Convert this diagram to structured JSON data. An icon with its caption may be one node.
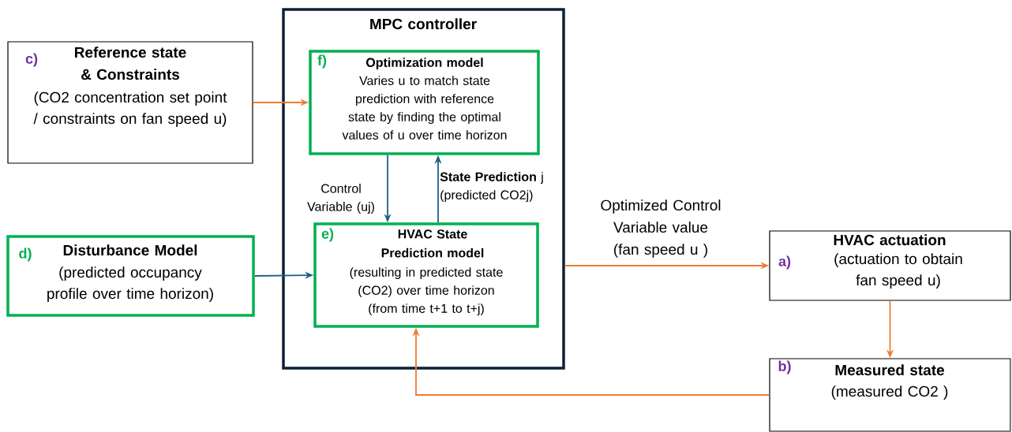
{
  "diagram": {
    "nodes": [
      {
        "text": [
          "MPC controller"
        ]
      },
      {
        "text": [
          "f)",
          "Optimization model",
          "Varies u to match state prediction  with reference state by finding the optimal values of u over time horizon"
        ],
        "in": 0
      },
      {
        "text": [
          "e)",
          "HVAC State Prediction model",
          "(resulting in predicted state (CO2) over time horizon (from time t+1 to t+j)"
        ],
        "in": 0
      },
      {
        "text": [
          "c)",
          "Reference state & Constraints",
          "(CO2 concentration set point / constraints on fan speed u)"
        ]
      },
      {
        "text": [
          "d)",
          "Disturbance  Model",
          "(predicted occupancy profile over time horizon)"
        ]
      },
      {
        "text": [
          "HVAC actuation",
          "a)",
          "(actuation to obtain fan speed u)"
        ]
      },
      {
        "text": [
          "b)",
          "Measured state",
          "(measured CO2 )"
        ]
      }
    ],
    "edges": [
      {
        "from": 3,
        "to": 1,
        "arrow": "to"
      },
      {
        "from": 1,
        "to": 2,
        "arrow": "to",
        "label": "Control Variable  (uj)",
        "color": "#1f5f87"
      },
      {
        "from": 2,
        "to": 1,
        "arrow": "to",
        "label": "**State Prediction** j (predicted CO2j)",
        "color": "#1f5f87"
      },
      {
        "from": 4,
        "to": 2,
        "arrow": "to",
        "color": "#1f5f87"
      },
      {
        "from": 0,
        "to": 5,
        "arrow": "to",
        "label": "Optimized Control Variable value (fan speed u )"
      },
      {
        "from": 5,
        "to": 6,
        "arrow": "to"
      },
      {
        "from": 6,
        "to": 2,
        "arrow": "to"
      }
    ]
  }
}
